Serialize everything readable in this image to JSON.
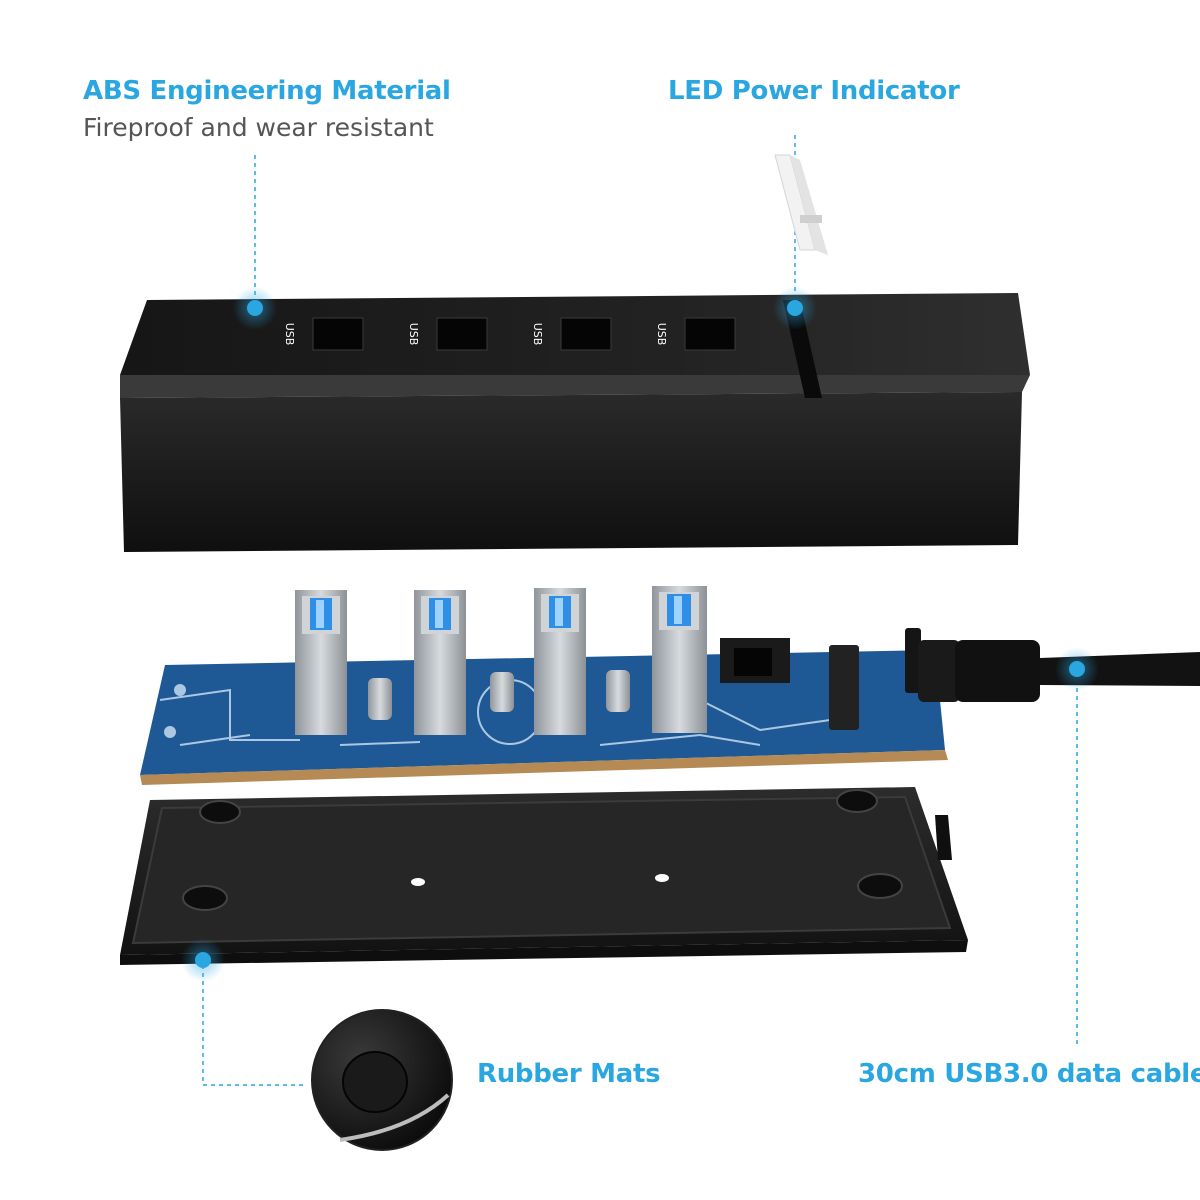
{
  "callouts": {
    "abs": {
      "title": "ABS Engineering Material",
      "subtitle": "Fireproof  and wear resistant"
    },
    "led": {
      "title": "LED Power Indicator"
    },
    "rubber": {
      "title": "Rubber Mats"
    },
    "cable": {
      "title": "30cm USB3.0 data cable"
    }
  },
  "ports": {
    "label": "USB"
  },
  "colors": {
    "accent": "#2aa6e0",
    "housing": "#1b1b1b",
    "pcb": "#1f5a96",
    "usb_blue": "#2f8fe6"
  }
}
